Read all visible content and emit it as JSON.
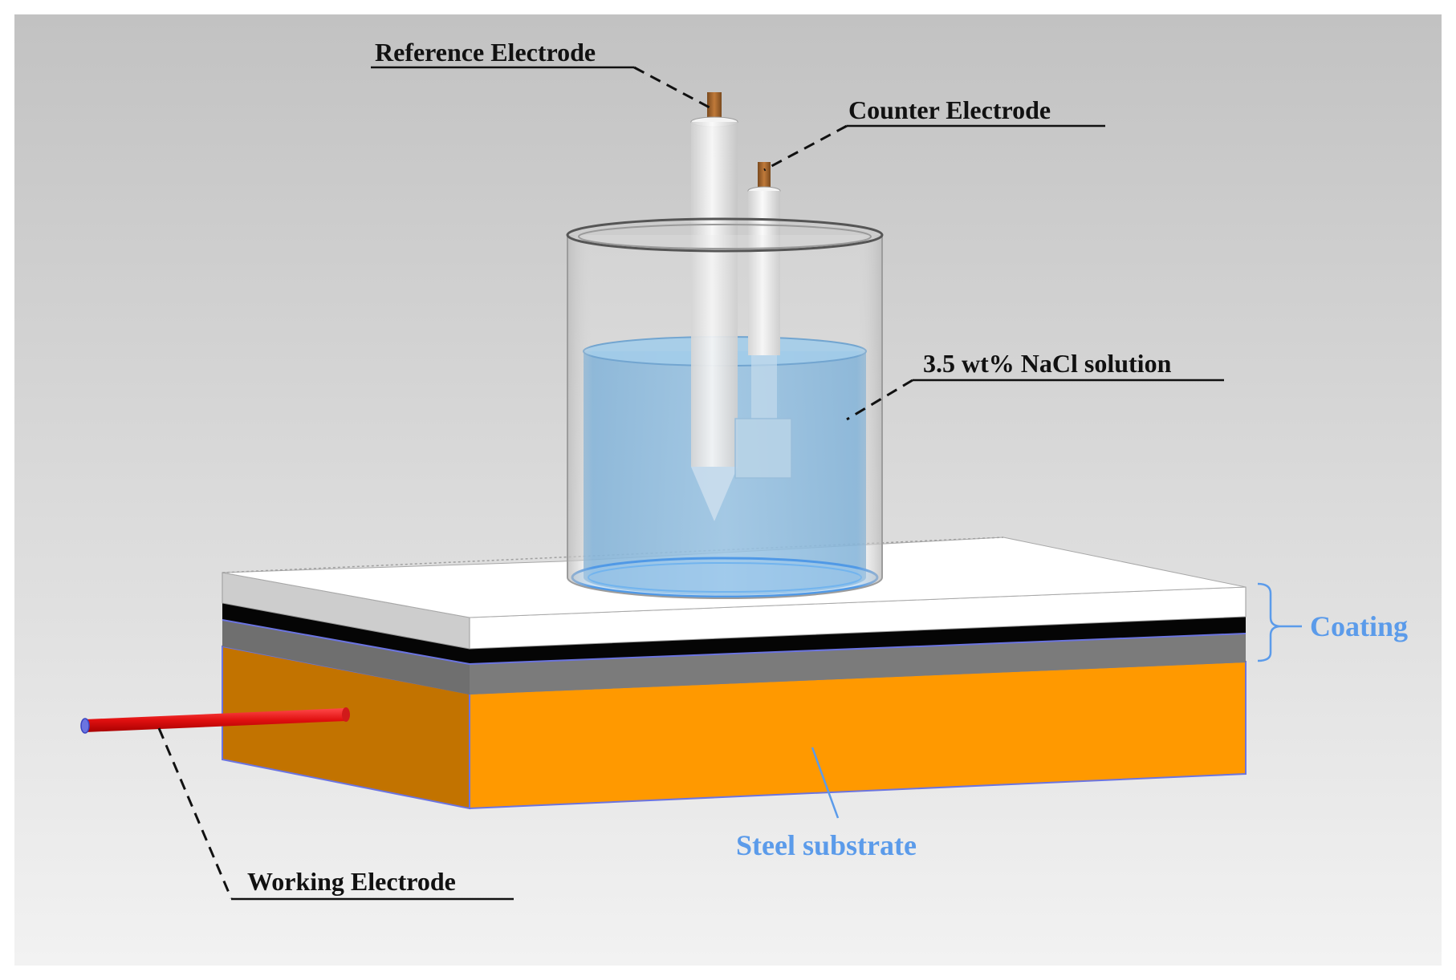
{
  "labels": {
    "reference_electrode": "Reference Electrode",
    "counter_electrode": "Counter Electrode",
    "solution": "3.5 wt% NaCl solution",
    "coating": "Coating",
    "steel_substrate": "Steel substrate",
    "working_electrode": "Working Electrode"
  },
  "colors": {
    "background_top": "#c4c4c4",
    "background_bottom": "#f1f1f1",
    "steel_front": "#ff9900",
    "steel_side": "#c17200",
    "coating_top": "#ffffff",
    "coating_black_layer": "#050505",
    "coating_gray_layer": "#7a7a7a",
    "solution": "#5fa6dc",
    "electrode_tip": "#a0622a",
    "working_wire": "#e01010",
    "annotation_blue": "#5b9bea"
  }
}
